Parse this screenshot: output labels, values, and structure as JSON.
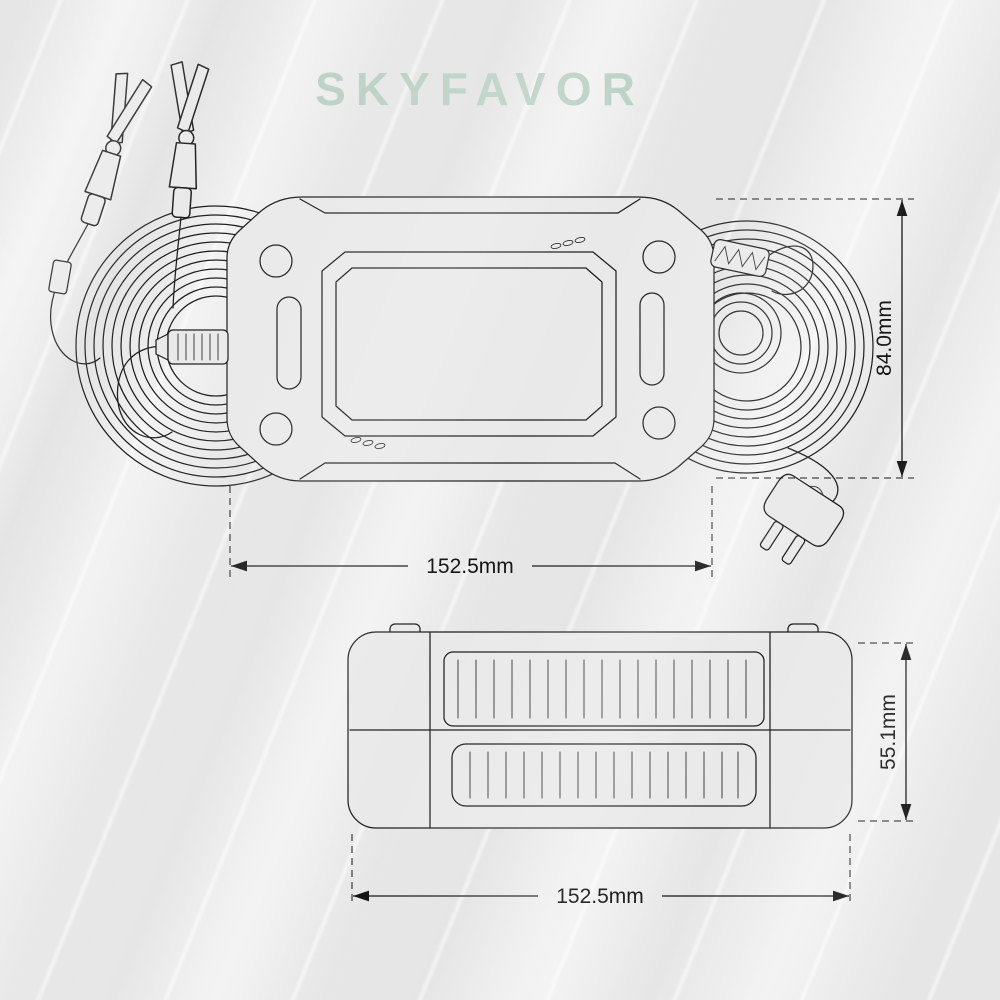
{
  "brand": {
    "logo_text": "SKYFAVOR",
    "logo_color": "#b7cfc2"
  },
  "diagram": {
    "line_color": "#1c1c1c",
    "background_color": "#e9e9e9",
    "top_view": {
      "width_label": "152.5mm",
      "height_label": "84.0mm"
    },
    "side_view": {
      "width_label": "152.5mm",
      "height_label": "55.1mm"
    }
  }
}
